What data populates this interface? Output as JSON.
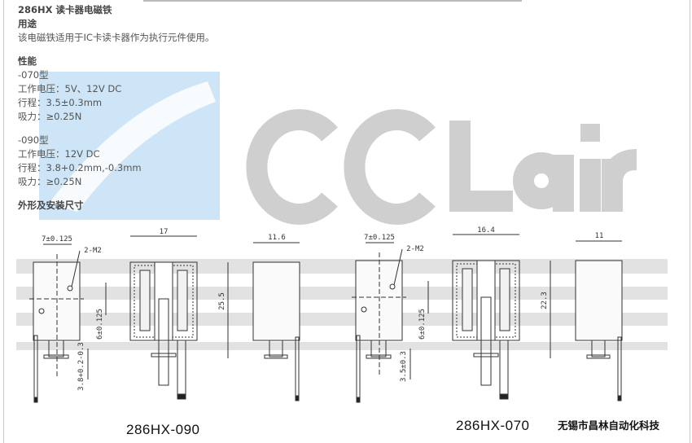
{
  "watermark": {
    "text": "CCLair",
    "blue": "#cde5f6",
    "gray": "#c9c9c9"
  },
  "title": "286HX 读卡器电磁铁",
  "usage": {
    "heading": "用途",
    "text": "该电磁铁适用于IC卡读卡器作为执行元件使用。"
  },
  "performance": {
    "heading": "性能",
    "models": [
      {
        "name": "-070型",
        "voltage": "工作电压：5V、12V DC",
        "stroke": "行程：3.5±0.3mm",
        "force": "吸力：≥0.25N"
      },
      {
        "name": "-090型",
        "voltage": "工作电压：12V DC",
        "stroke": "行程：3.8+0.2mm,-0.3mm",
        "force": "吸力：≥0.25N"
      }
    ]
  },
  "dimensions_heading": "外形及安装尺寸",
  "drawings": [
    {
      "model": "286HX-090",
      "hole_spacing": "7±0.125",
      "thread": "2-M2",
      "hole_offset": "6±0.125",
      "stroke": "3.8+0.2-0.3",
      "width": "17",
      "height": "25.5",
      "depth": "11.6"
    },
    {
      "model": "286HX-070",
      "hole_spacing": "7±0.125",
      "thread": "2-M2",
      "hole_offset": "6±0.125",
      "stroke": "3.5±0.3",
      "width": "16.4",
      "height": "22.3",
      "depth": "11"
    }
  ],
  "company": "无锡市昌林自动化科技"
}
